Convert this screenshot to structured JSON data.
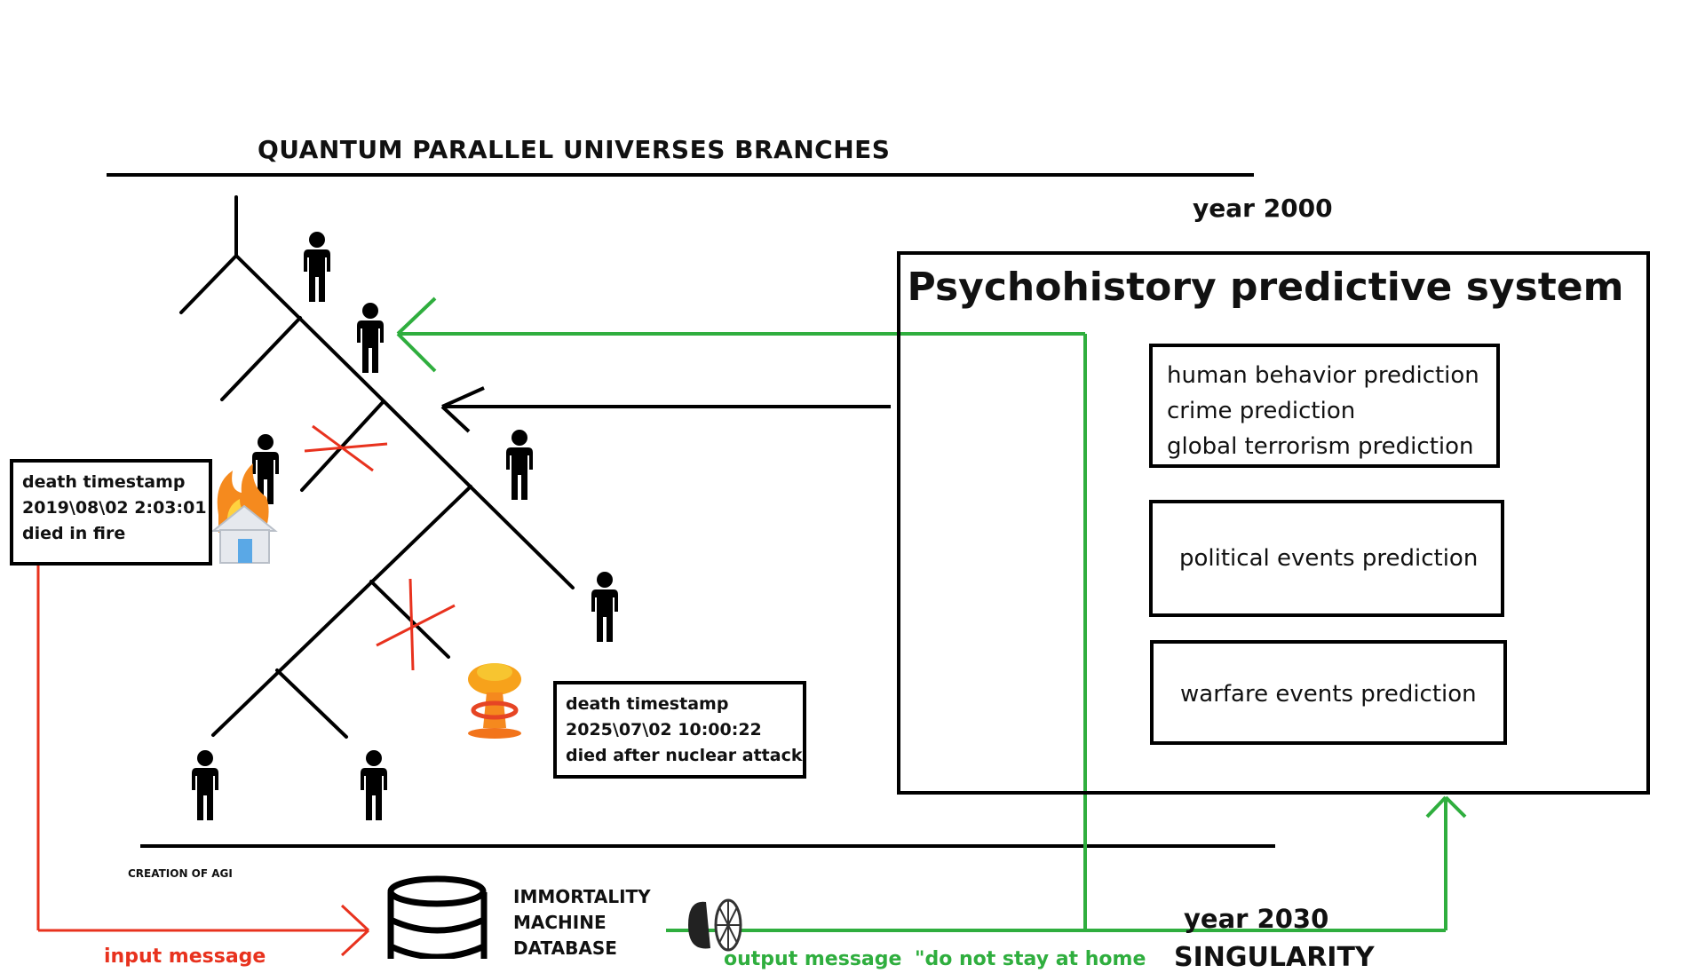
{
  "diagram": {
    "title": "QUANTUM PARALLEL UNIVERSES BRANCHES",
    "year_start": "year 2000",
    "system": {
      "title": "Psychohistory predictive system",
      "box1_lines": [
        "human behavior prediction",
        "crime prediction",
        "global terrorism prediction"
      ],
      "box2": "political events prediction",
      "box3": "warfare events prediction"
    },
    "death_fire": {
      "lines": [
        "death timestamp",
        "2019\\08\\02 2:03:01",
        "died in fire"
      ]
    },
    "death_nuclear": {
      "lines": [
        "death timestamp",
        "2025\\07\\02 10:00:22",
        "died after nuclear attack"
      ]
    },
    "agi_label": "CREATION OF AGI",
    "database_lines": [
      "IMMORTALITY",
      "MACHINE",
      "DATABASE"
    ],
    "input_message": "input message",
    "output_message": "output message",
    "quote": "\"do not stay at home",
    "year_end": "year 2030",
    "singularity": "SINGULARITY",
    "icons": [
      "person-icon",
      "burning-house-icon",
      "nuclear-explosion-icon",
      "database-icon",
      "radio-telescope-icon"
    ],
    "colors": {
      "red": "#e8321e",
      "green": "#2fae3e",
      "black": "#000000"
    }
  }
}
